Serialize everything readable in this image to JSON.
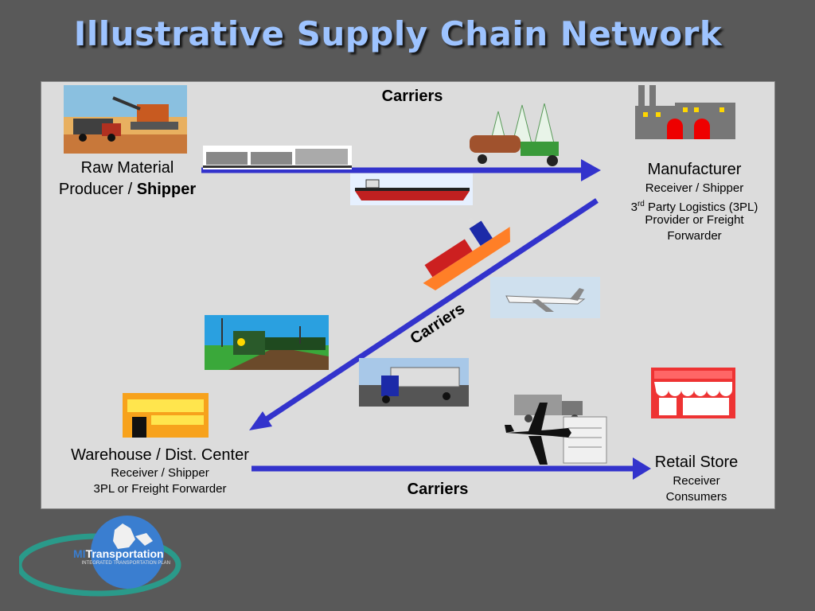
{
  "title": "Illustrative Supply Chain Network",
  "carriers_top": "Carriers",
  "carriers_diag": "Carriers",
  "carriers_bottom": "Carriers",
  "raw_material": {
    "line1": "Raw Material",
    "line2_prefix": "Producer / ",
    "line2_bold": "Shipper"
  },
  "manufacturer": {
    "title": "Manufacturer",
    "line1": "Receiver  /  Shipper",
    "line2_pre": "3",
    "line2_sup": "rd",
    "line2_post": " Party Logistics (3PL)",
    "line3": "Provider or Freight",
    "line4": "Forwarder"
  },
  "warehouse": {
    "title": "Warehouse / Dist. Center",
    "line1": "Receiver / Shipper",
    "line2": "3PL or Freight Forwarder"
  },
  "retail": {
    "title": "Retail Store",
    "line1": "Receiver",
    "line2": "Consumers"
  },
  "logo": {
    "brand_prefix": "MI",
    "brand_suffix": "Transportation",
    "tagline": "INTEGRATED  TRANSPORTATION PLAN"
  },
  "colors": {
    "background": "#595959",
    "panel": "#dcdcdc",
    "arrow": "#3333cc",
    "title": "#9dc3ff"
  }
}
